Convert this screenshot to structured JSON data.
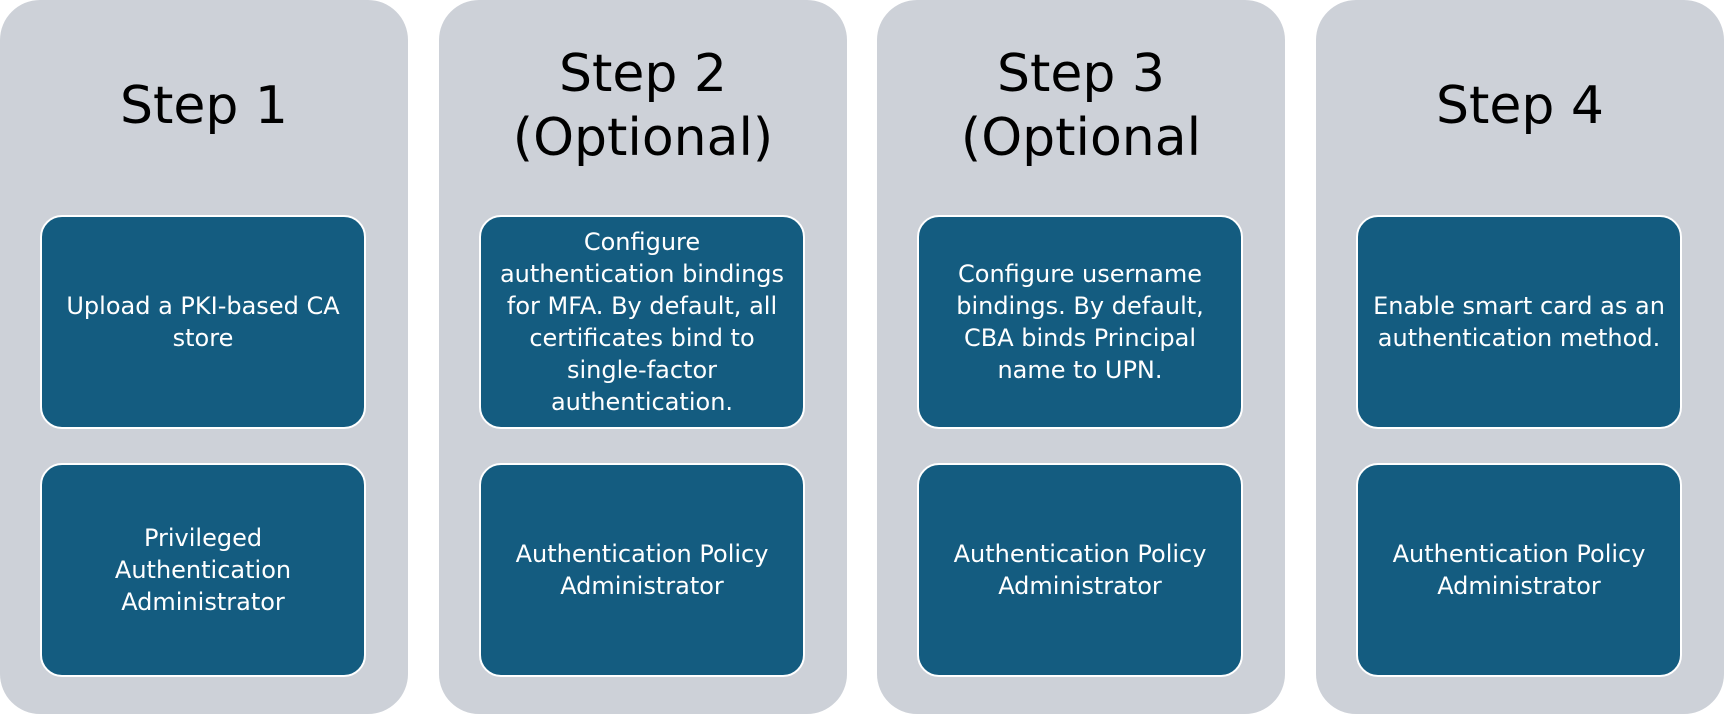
{
  "steps": [
    {
      "title": "Step 1",
      "task": "Upload a PKI-based CA store",
      "role": "Privileged Authentication Administrator"
    },
    {
      "title": "Step 2\n(Optional)",
      "task": "Configure authentication bindings for MFA. By default, all certificates bind to single-factor authentication.",
      "role": "Authentication Policy Administrator"
    },
    {
      "title": "Step 3\n(Optional",
      "task": "Configure username bindings. By default, CBA binds Principal name to UPN.",
      "role": "Authentication Policy Administrator"
    },
    {
      "title": "Step 4",
      "task": "Enable smart card as an authentication method.",
      "role": "Authentication Policy Administrator"
    }
  ],
  "colors": {
    "column_background": "#cdd1d8",
    "box_fill": "#145c80",
    "box_border": "#ffffff",
    "title_text": "#000000",
    "box_text": "#ffffff"
  }
}
